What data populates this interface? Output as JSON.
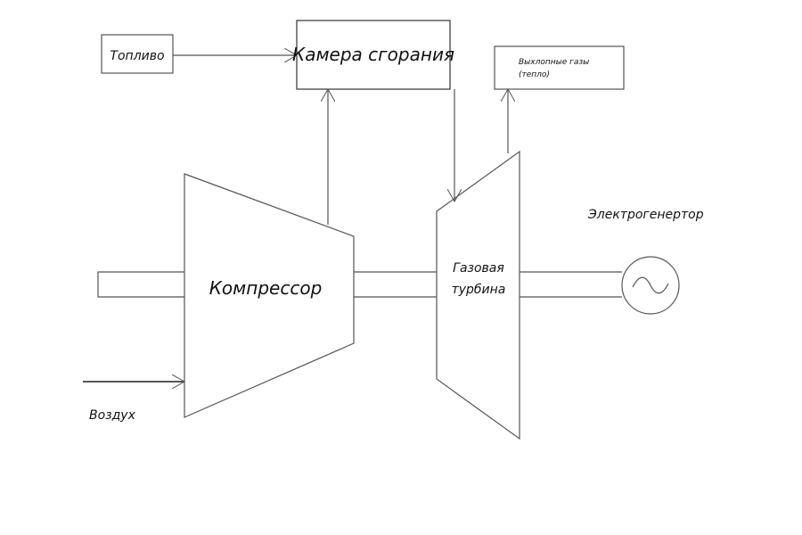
{
  "labels": {
    "fuel": "Топливо",
    "combustion_chamber": "Камера сгорания",
    "exhaust_line1": "Выхлопные газы",
    "exhaust_line2": "(тепло)",
    "compressor": "Компрессор",
    "turbine_line1": "Газовая",
    "turbine_line2": "турбина",
    "generator": "Электрогенертор",
    "air": "Воздух",
    "generator_symbol": "~"
  },
  "colors": {
    "stroke": "#555555",
    "text": "#111111"
  }
}
